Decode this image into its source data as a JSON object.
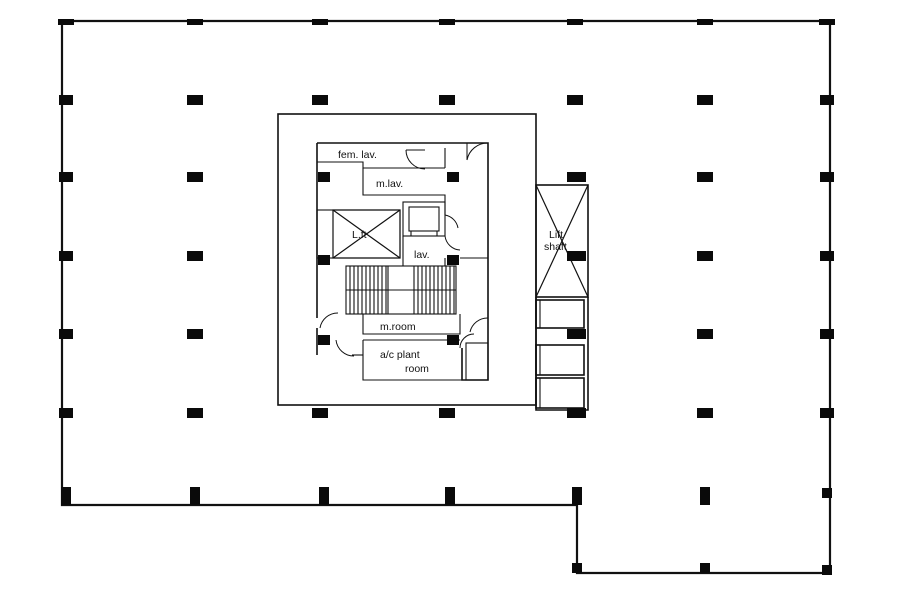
{
  "labels": {
    "fem_lav": "fem. lav.",
    "m_lav": "m.lav.",
    "lift_small": "L.ft",
    "lav": "lav.",
    "lift_shaft_line1": "Lift",
    "lift_shaft_line2": "shaft",
    "m_room": "m.room",
    "ac_plant_line1": "a/c plant",
    "ac_plant_line2": "room"
  },
  "colors": {
    "ink": "#111111",
    "paper": "#ffffff"
  }
}
